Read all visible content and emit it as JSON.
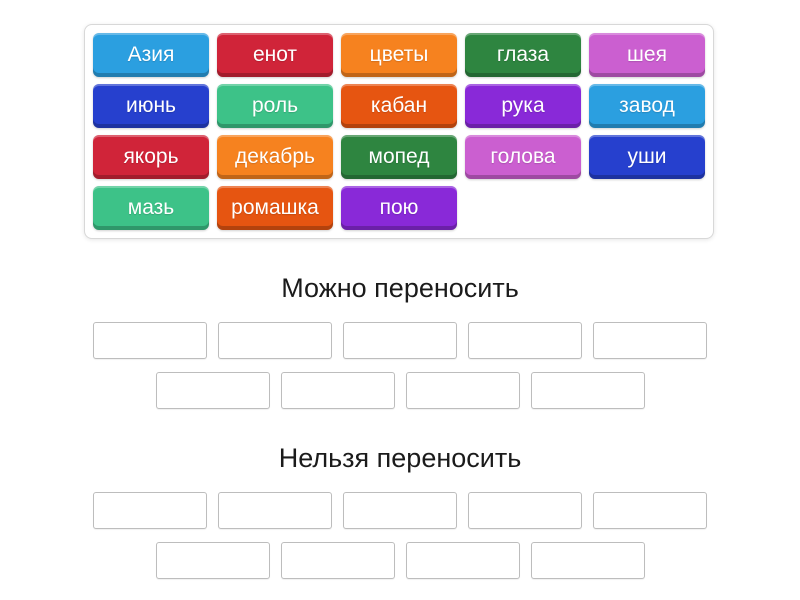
{
  "page": {
    "background": "#ffffff"
  },
  "tray": {
    "tiles": [
      {
        "label": "Азия",
        "color": "#2B9FE0"
      },
      {
        "label": "енот",
        "color": "#D02439"
      },
      {
        "label": "цветы",
        "color": "#F6821F"
      },
      {
        "label": "глаза",
        "color": "#2E8540"
      },
      {
        "label": "шея",
        "color": "#CB5FD0"
      },
      {
        "label": "июнь",
        "color": "#2640CE"
      },
      {
        "label": "роль",
        "color": "#3DC288"
      },
      {
        "label": "кабан",
        "color": "#E65511"
      },
      {
        "label": "рука",
        "color": "#8929D8"
      },
      {
        "label": "завод",
        "color": "#2B9FE0"
      },
      {
        "label": "якорь",
        "color": "#D02439"
      },
      {
        "label": "декабрь",
        "color": "#F6821F"
      },
      {
        "label": "мопед",
        "color": "#2E8540"
      },
      {
        "label": "голова",
        "color": "#CB5FD0"
      },
      {
        "label": "уши",
        "color": "#2640CE"
      },
      {
        "label": "мазь",
        "color": "#3DC288"
      },
      {
        "label": "ромашка",
        "color": "#E65511"
      },
      {
        "label": "пою",
        "color": "#8929D8"
      }
    ]
  },
  "categories": [
    {
      "title": "Можно переносить",
      "slots_top_row": 5,
      "slots_bottom_row": 4
    },
    {
      "title": "Нельзя переносить",
      "slots_top_row": 5,
      "slots_bottom_row": 4
    }
  ]
}
